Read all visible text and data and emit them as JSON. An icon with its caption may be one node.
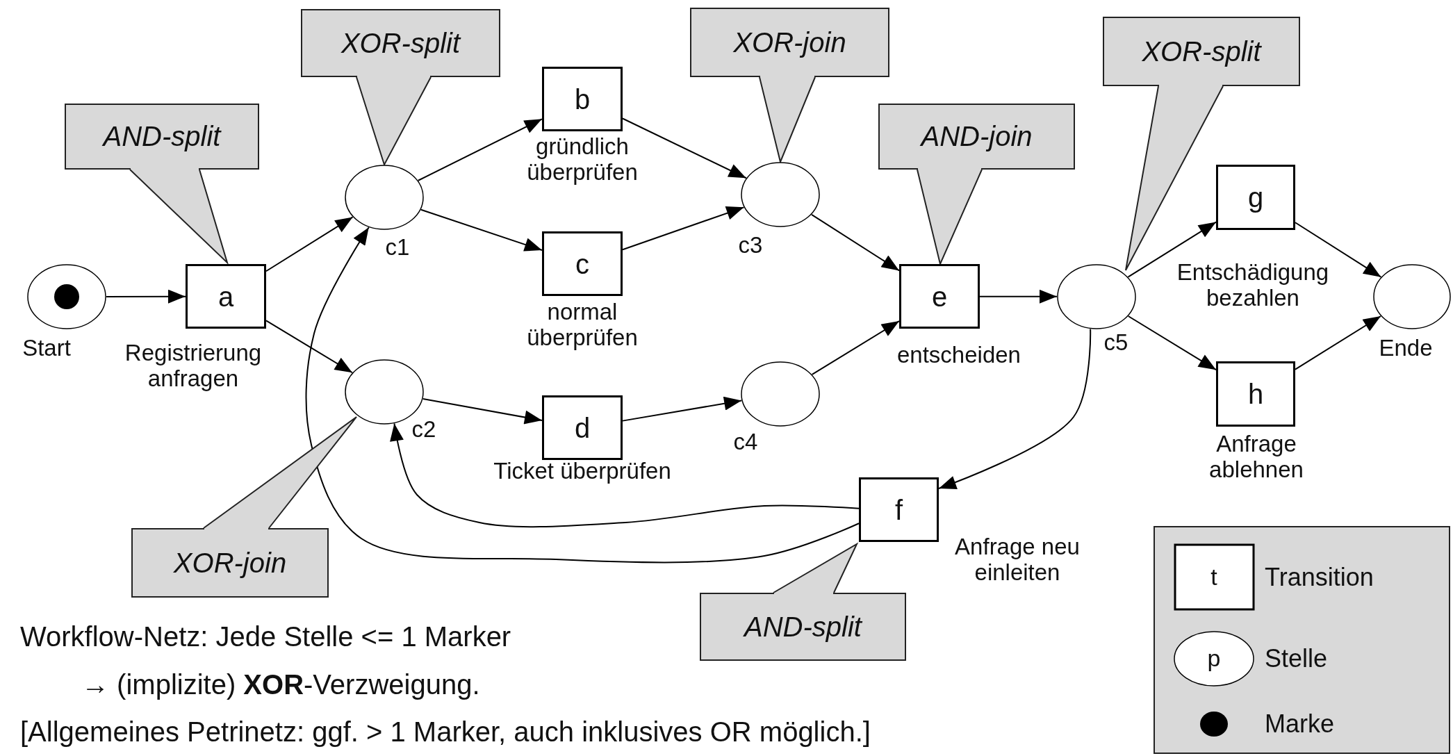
{
  "diagram": {
    "nodes": [
      {
        "text": [],
        "shape": "circle",
        "beside": [
          "Start"
        ]
      },
      {
        "text": [],
        "shape": "dot",
        "in": 0
      },
      {
        "text": [
          "a"
        ],
        "beside": [
          "Registrierung anfragen"
        ]
      },
      {
        "text": [],
        "shape": "circle",
        "beside": [
          "c1"
        ]
      },
      {
        "text": [],
        "shape": "circle",
        "beside": [
          "c2"
        ]
      },
      {
        "text": [
          "b"
        ],
        "beside": [
          "gründlich überprüfen"
        ]
      },
      {
        "text": [
          "c"
        ],
        "beside": [
          "normal überprüfen"
        ]
      },
      {
        "text": [
          "d"
        ],
        "beside": [
          "Ticket überprüfen"
        ]
      },
      {
        "text": [],
        "shape": "circle",
        "beside": [
          "c3"
        ]
      },
      {
        "text": [],
        "shape": "circle",
        "beside": [
          "c4"
        ]
      },
      {
        "text": [
          "e"
        ],
        "beside": [
          "entscheiden"
        ]
      },
      {
        "text": [],
        "shape": "circle",
        "beside": [
          "c5"
        ]
      },
      {
        "text": [
          "g"
        ],
        "beside": [
          "Entschädigung bezahlen"
        ]
      },
      {
        "text": [
          "h"
        ],
        "beside": [
          "Anfrage ablehnen"
        ]
      },
      {
        "text": [],
        "shape": "circle",
        "beside": [
          "Ende"
        ]
      },
      {
        "text": [
          "f"
        ],
        "beside": [
          "Anfrage neu einleiten"
        ]
      },
      {
        "text": [
          "AND-split"
        ]
      },
      {
        "text": [
          "XOR-split"
        ]
      },
      {
        "text": [
          "XOR-join"
        ]
      },
      {
        "text": [
          "AND-join"
        ]
      },
      {
        "text": [
          "XOR-split"
        ]
      },
      {
        "text": [
          "XOR-join"
        ]
      },
      {
        "text": [
          "AND-split"
        ]
      }
    ],
    "edges": [
      {
        "from": 0,
        "to": 2,
        "arrow": "to"
      },
      {
        "from": 2,
        "to": 3,
        "arrow": "to"
      },
      {
        "from": 2,
        "to": 4,
        "arrow": "to"
      },
      {
        "from": 3,
        "to": 5,
        "arrow": "to"
      },
      {
        "from": 3,
        "to": 6,
        "arrow": "to"
      },
      {
        "from": 4,
        "to": 7,
        "arrow": "to"
      },
      {
        "from": 5,
        "to": 8,
        "arrow": "to"
      },
      {
        "from": 6,
        "to": 8,
        "arrow": "to"
      },
      {
        "from": 7,
        "to": 9,
        "arrow": "to"
      },
      {
        "from": 8,
        "to": 10,
        "arrow": "to"
      },
      {
        "from": 9,
        "to": 10,
        "arrow": "to"
      },
      {
        "from": 10,
        "to": 11,
        "arrow": "to"
      },
      {
        "from": 11,
        "to": 12,
        "arrow": "to"
      },
      {
        "from": 11,
        "to": 13,
        "arrow": "to"
      },
      {
        "from": 12,
        "to": 14,
        "arrow": "to"
      },
      {
        "from": 13,
        "to": 14,
        "arrow": "to"
      },
      {
        "from": 11,
        "to": 15,
        "arrow": "to"
      },
      {
        "from": 15,
        "to": 4,
        "arrow": "to"
      },
      {
        "from": 15,
        "to": 3,
        "arrow": "to"
      }
    ],
    "labels": [
      "Workflow-Netz: Jede Stelle <= 1 Marker",
      "→ (implizite) **XOR**-Verzweigung.",
      "[Allgemeines Petrinetz: ggf. > 1 Marker, auch inklusives OR möglich.]",
      "t",
      "p"
    ],
    "legend": [
      {
        "text": "Transition"
      },
      {
        "text": "Stelle"
      },
      {
        "text": "Marke"
      }
    ]
  }
}
